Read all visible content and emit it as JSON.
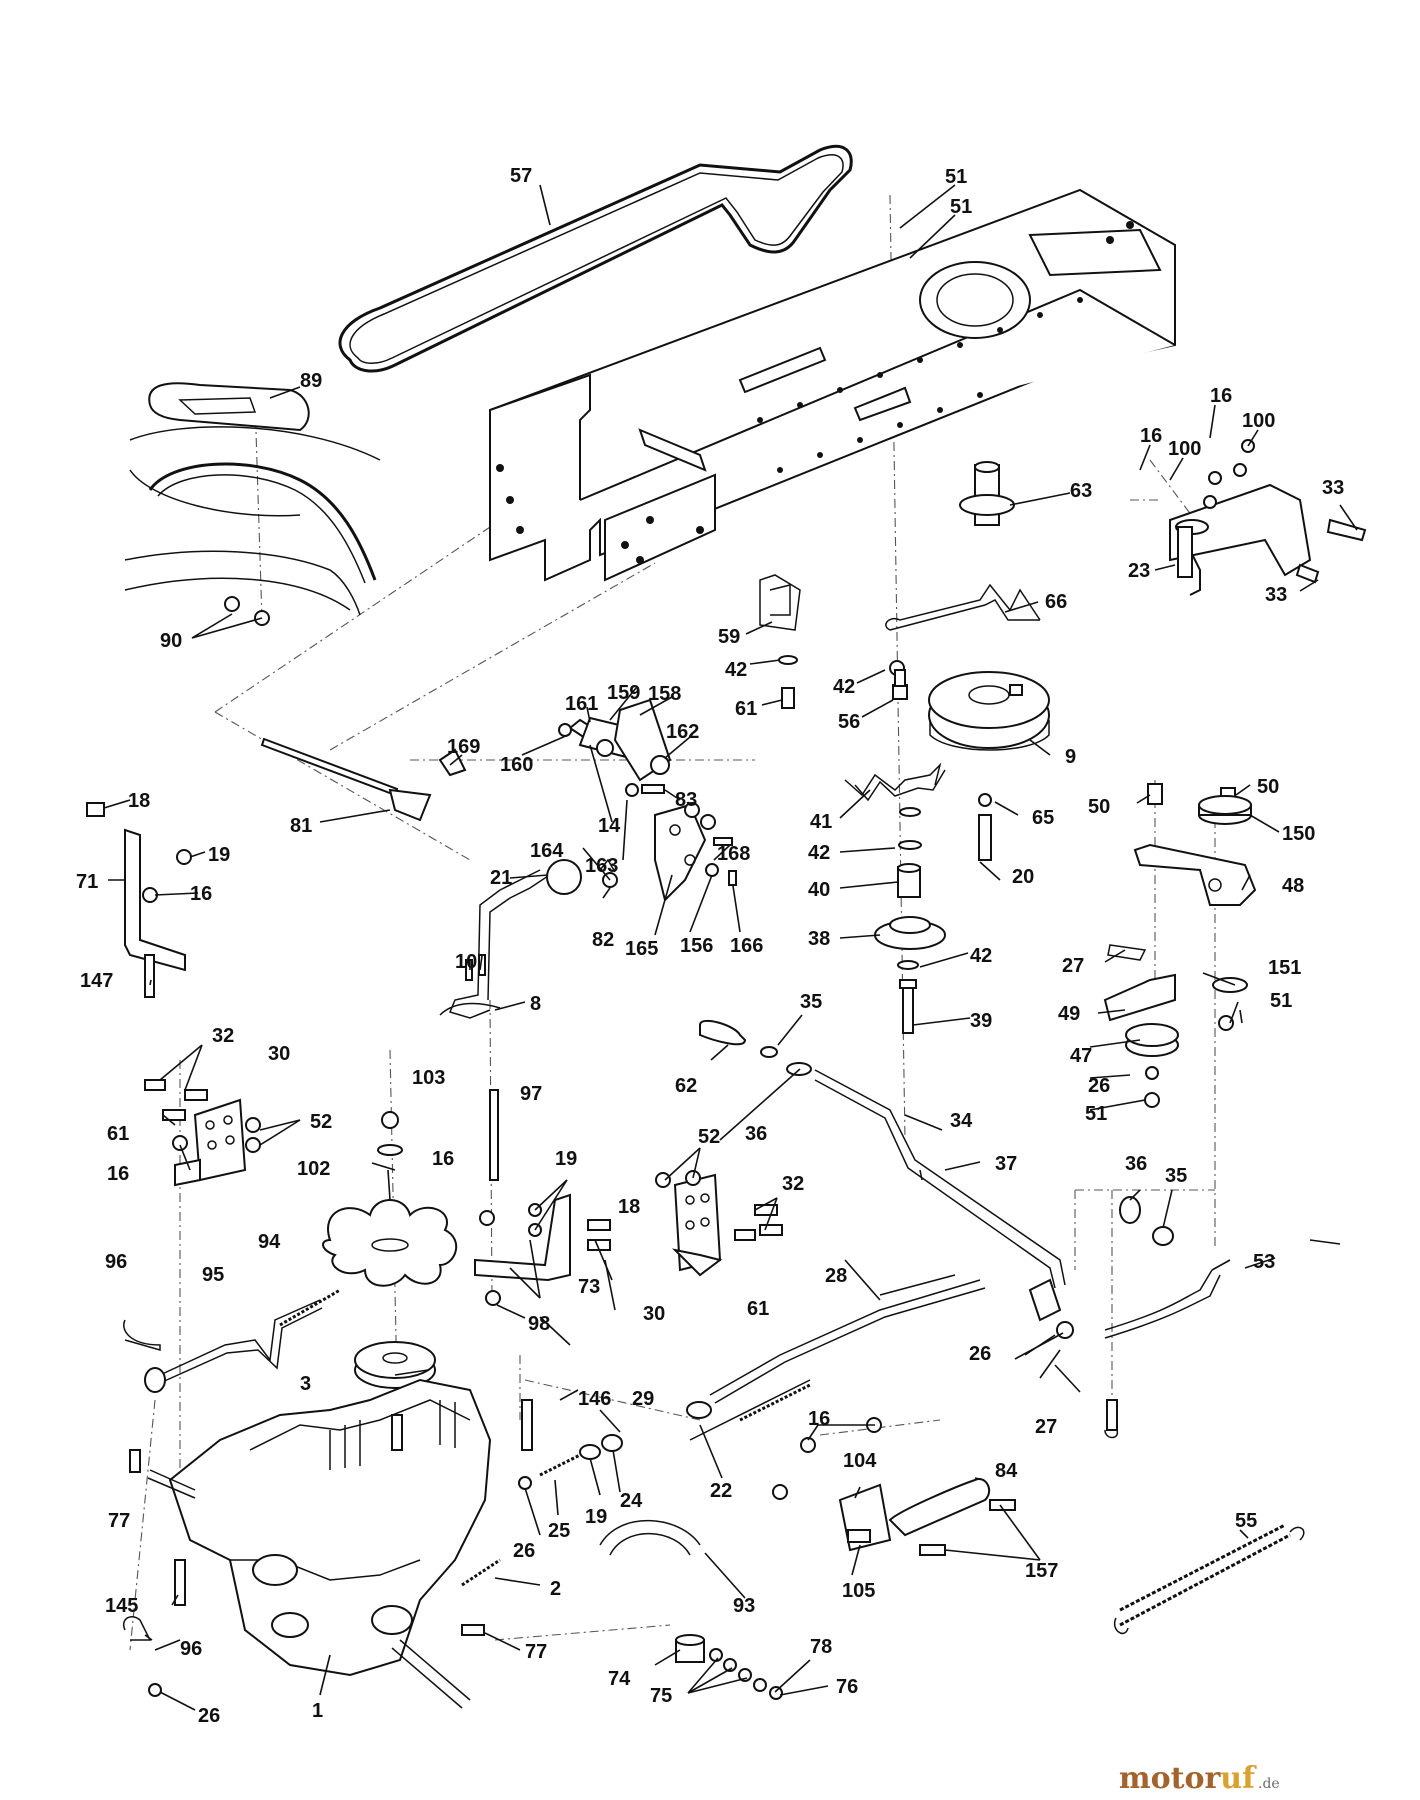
{
  "watermark": {
    "part1": "motor",
    "part2": "uf",
    "suffix": ".de",
    "colors": {
      "primary": "#a4632c",
      "accent": "#d9a12e",
      "suffix": "#6b6b6b"
    }
  },
  "callouts": [
    {
      "id": "c57",
      "label": "57"
    },
    {
      "id": "c51a",
      "label": "51"
    },
    {
      "id": "c51b",
      "label": "51"
    },
    {
      "id": "c89",
      "label": "89"
    },
    {
      "id": "c16a",
      "label": "16"
    },
    {
      "id": "c100a",
      "label": "100"
    },
    {
      "id": "c16b",
      "label": "16"
    },
    {
      "id": "c100b",
      "label": "100"
    },
    {
      "id": "c33a",
      "label": "33"
    },
    {
      "id": "c63",
      "label": "63"
    },
    {
      "id": "c23",
      "label": "23"
    },
    {
      "id": "c33b",
      "label": "33"
    },
    {
      "id": "c66",
      "label": "66"
    },
    {
      "id": "c90",
      "label": "90"
    },
    {
      "id": "c59",
      "label": "59"
    },
    {
      "id": "c42a",
      "label": "42"
    },
    {
      "id": "c42b",
      "label": "42"
    },
    {
      "id": "c61a",
      "label": "61"
    },
    {
      "id": "c56",
      "label": "56"
    },
    {
      "id": "c161",
      "label": "161"
    },
    {
      "id": "c159",
      "label": "159"
    },
    {
      "id": "c158",
      "label": "158"
    },
    {
      "id": "c169",
      "label": "169"
    },
    {
      "id": "c162",
      "label": "162"
    },
    {
      "id": "c160",
      "label": "160"
    },
    {
      "id": "c9",
      "label": "9"
    },
    {
      "id": "c18a",
      "label": "18"
    },
    {
      "id": "c83",
      "label": "83"
    },
    {
      "id": "c50a",
      "label": "50"
    },
    {
      "id": "c50b",
      "label": "50"
    },
    {
      "id": "c81",
      "label": "81"
    },
    {
      "id": "c14",
      "label": "14"
    },
    {
      "id": "c41",
      "label": "41"
    },
    {
      "id": "c65",
      "label": "65"
    },
    {
      "id": "c150",
      "label": "150"
    },
    {
      "id": "c19a",
      "label": "19"
    },
    {
      "id": "c164",
      "label": "164"
    },
    {
      "id": "c42c",
      "label": "42"
    },
    {
      "id": "c71",
      "label": "71"
    },
    {
      "id": "c16c",
      "label": "16"
    },
    {
      "id": "c163",
      "label": "163"
    },
    {
      "id": "c168",
      "label": "168"
    },
    {
      "id": "c20",
      "label": "20"
    },
    {
      "id": "c48",
      "label": "48"
    },
    {
      "id": "c21",
      "label": "21"
    },
    {
      "id": "c40",
      "label": "40"
    },
    {
      "id": "c38",
      "label": "38"
    },
    {
      "id": "c82",
      "label": "82"
    },
    {
      "id": "c165",
      "label": "165"
    },
    {
      "id": "c156",
      "label": "156"
    },
    {
      "id": "c166",
      "label": "166"
    },
    {
      "id": "c42d",
      "label": "42"
    },
    {
      "id": "c10",
      "label": "10"
    },
    {
      "id": "c27a",
      "label": "27"
    },
    {
      "id": "c151",
      "label": "151"
    },
    {
      "id": "c147",
      "label": "147"
    },
    {
      "id": "c8",
      "label": "8"
    },
    {
      "id": "c51c",
      "label": "51"
    },
    {
      "id": "c49",
      "label": "49"
    },
    {
      "id": "c39",
      "label": "39"
    },
    {
      "id": "c35a",
      "label": "35"
    },
    {
      "id": "c32a",
      "label": "32"
    },
    {
      "id": "c30a",
      "label": "30"
    },
    {
      "id": "c47",
      "label": "47"
    },
    {
      "id": "c26a",
      "label": "26"
    },
    {
      "id": "c62",
      "label": "62"
    },
    {
      "id": "c103",
      "label": "103"
    },
    {
      "id": "c97",
      "label": "97"
    },
    {
      "id": "c51d",
      "label": "51"
    },
    {
      "id": "c61b",
      "label": "61"
    },
    {
      "id": "c52a",
      "label": "52"
    },
    {
      "id": "c36a",
      "label": "36"
    },
    {
      "id": "c34",
      "label": "34"
    },
    {
      "id": "c16d",
      "label": "16"
    },
    {
      "id": "c52b",
      "label": "52"
    },
    {
      "id": "c102",
      "label": "102"
    },
    {
      "id": "c19b",
      "label": "19"
    },
    {
      "id": "c37",
      "label": "37"
    },
    {
      "id": "c16e",
      "label": "16"
    },
    {
      "id": "c32b",
      "label": "32"
    },
    {
      "id": "c36b",
      "label": "36"
    },
    {
      "id": "c35b",
      "label": "35"
    },
    {
      "id": "c18b",
      "label": "18"
    },
    {
      "id": "c94",
      "label": "94"
    },
    {
      "id": "c96a",
      "label": "96"
    },
    {
      "id": "c53",
      "label": "53"
    },
    {
      "id": "c95",
      "label": "95"
    },
    {
      "id": "c73",
      "label": "73"
    },
    {
      "id": "c28",
      "label": "28"
    },
    {
      "id": "c30b",
      "label": "30"
    },
    {
      "id": "c61c",
      "label": "61"
    },
    {
      "id": "c98",
      "label": "98"
    },
    {
      "id": "c26b",
      "label": "26"
    },
    {
      "id": "c3",
      "label": "3"
    },
    {
      "id": "c146",
      "label": "146"
    },
    {
      "id": "c29",
      "label": "29"
    },
    {
      "id": "c27b",
      "label": "27"
    },
    {
      "id": "c16f",
      "label": "16"
    },
    {
      "id": "c104",
      "label": "104"
    },
    {
      "id": "c84",
      "label": "84"
    },
    {
      "id": "c55",
      "label": "55"
    },
    {
      "id": "c22",
      "label": "22"
    },
    {
      "id": "c24",
      "label": "24"
    },
    {
      "id": "c77a",
      "label": "77"
    },
    {
      "id": "c19c",
      "label": "19"
    },
    {
      "id": "c25",
      "label": "25"
    },
    {
      "id": "c26c",
      "label": "26"
    },
    {
      "id": "c157",
      "label": "157"
    },
    {
      "id": "c93",
      "label": "93"
    },
    {
      "id": "c105",
      "label": "105"
    },
    {
      "id": "c2",
      "label": "2"
    },
    {
      "id": "c145",
      "label": "145"
    },
    {
      "id": "c96b",
      "label": "96"
    },
    {
      "id": "c77b",
      "label": "77"
    },
    {
      "id": "c78",
      "label": "78"
    },
    {
      "id": "c74",
      "label": "74"
    },
    {
      "id": "c75",
      "label": "75"
    },
    {
      "id": "c76",
      "label": "76"
    },
    {
      "id": "c26d",
      "label": "26"
    },
    {
      "id": "c1",
      "label": "1"
    }
  ]
}
